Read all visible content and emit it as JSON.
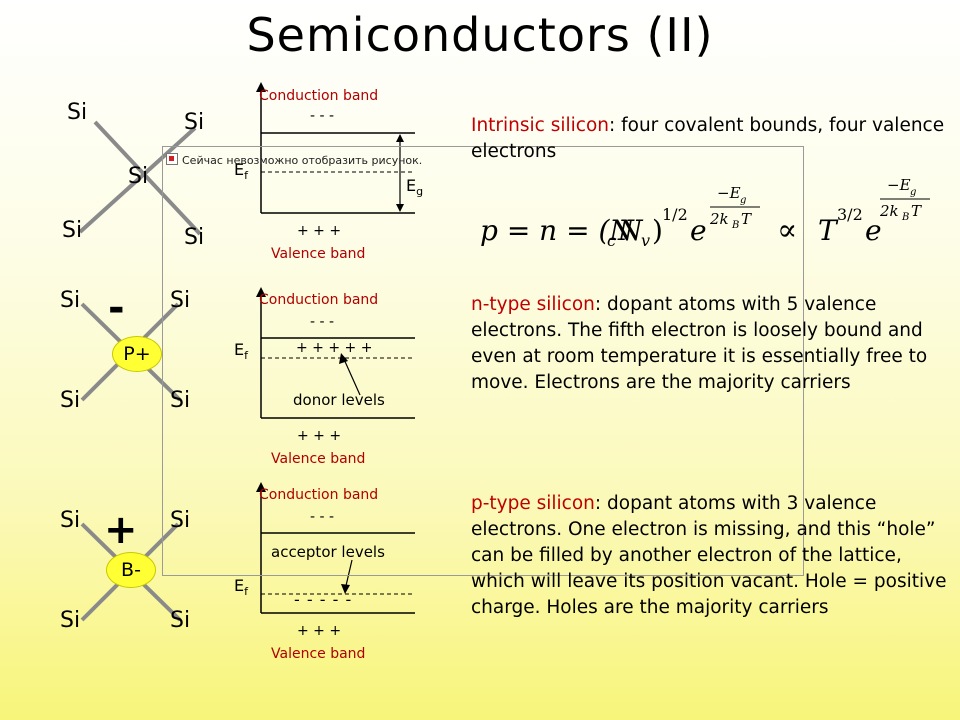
{
  "title": "Semiconductors (II)",
  "atoms": {
    "si": "Si",
    "phosphorus": "P+",
    "boron": "B-",
    "minus": "-",
    "plus": "+"
  },
  "bands": {
    "conduction": "Conduction band",
    "valence": "Valence band",
    "minus_marks": "-  -  -",
    "plus_marks": "+   +   +",
    "donor_marks": "+ + + + +",
    "acceptor_marks": "- - - - -",
    "fermi_base": "E",
    "fermi_sub": "f",
    "gap_base": "E",
    "gap_sub": "g",
    "donor_levels": "donor levels",
    "acceptor_levels": "acceptor levels"
  },
  "placeholder": {
    "text": "Сейчас невозможно отобразить рисунок."
  },
  "text": {
    "intrinsic_term": "Intrinsic silicon",
    "intrinsic_body": ": four covalent bounds, four valence electrons",
    "ntype_term": "n-type silicon",
    "ntype_body": ": dopant atoms with 5 valence electrons. The fifth electron is loosely bound and even at room temperature it is essentially free to move. Electrons are the majority carriers",
    "ptype_term": "p-type silicon",
    "ptype_body": ": dopant atoms with 3 valence electrons. One electron is missing, and this “hole” can be filled by another electron of the lattice, which will leave its position vacant. Hole = positive charge. Holes are the majority carriers"
  },
  "formula": {
    "lhs": "p = n = (N",
    "c": "c",
    "N2": "N",
    "v": "v",
    "rparen": ")",
    "half": "1/2",
    "e": "e",
    "exp_num": "−E",
    "exp_num_sub": "g",
    "exp_den": "2k",
    "exp_den_sub": "B",
    "exp_den_T": "T",
    "prop": "∝",
    "T": "T",
    "three_half": "3/2"
  }
}
